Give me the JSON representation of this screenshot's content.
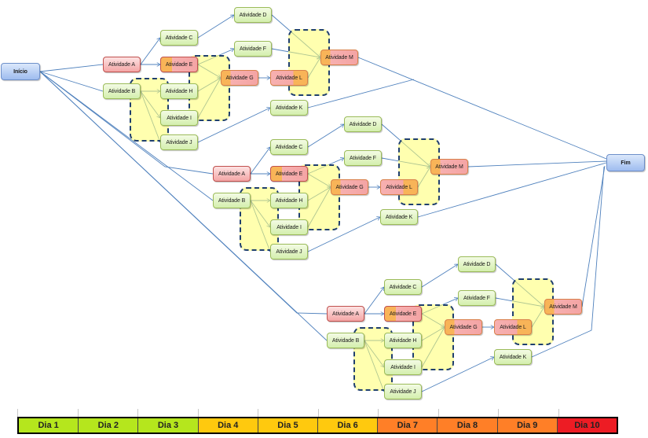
{
  "diagram": {
    "start_label": "Início",
    "end_label": "Fim",
    "groups": [
      {
        "nodes": {
          "A": "Atividade A",
          "B": "Atividade B",
          "C": "Atividade C",
          "D": "Atividade D",
          "E": "Atividade E",
          "F": "Atividade F",
          "G": "Atividade G",
          "H": "Atividade H",
          "I": "Atividade I",
          "J": "Atividade J",
          "K": "Atividade K",
          "L": "Atividade L",
          "M": "Atividade M"
        }
      },
      {
        "nodes": {
          "A": "Atividade A",
          "B": "Atividade B",
          "C": "Atividade C",
          "D": "Atividade D",
          "E": "Atividade E",
          "F": "Atividade F",
          "G": "Atividade G",
          "H": "Atividade H",
          "I": "Atividade I",
          "J": "Atividade J",
          "K": "Atividade K",
          "L": "Atividade L",
          "M": "Atividade M"
        }
      },
      {
        "nodes": {
          "A": "Atividade A",
          "B": "Atividade B",
          "C": "Atividade C",
          "D": "Atividade D",
          "E": "Atividade E",
          "F": "Atividade F",
          "G": "Atividade G",
          "H": "Atividade H",
          "I": "Atividade I",
          "J": "Atividade J",
          "K": "Atividade K",
          "L": "Atividade L",
          "M": "Atividade M"
        }
      }
    ],
    "edges": [
      [
        "A",
        "C"
      ],
      [
        "A",
        "E"
      ],
      [
        "B",
        "H"
      ],
      [
        "B",
        "I"
      ],
      [
        "B",
        "J"
      ],
      [
        "C",
        "D"
      ],
      [
        "E",
        "F"
      ],
      [
        "E",
        "G"
      ],
      [
        "H",
        "G"
      ],
      [
        "I",
        "G"
      ],
      [
        "J",
        "K"
      ],
      [
        "G",
        "L"
      ],
      [
        "D",
        "M"
      ],
      [
        "F",
        "M"
      ],
      [
        "L",
        "M"
      ]
    ],
    "colors": {
      "edge": "#4f81bd",
      "highlight_fill": "#ffff6e",
      "highlight_border": "#1f3f6e"
    }
  },
  "timeline": {
    "days": [
      {
        "label": "Dia 1",
        "color": "#b5e61d"
      },
      {
        "label": "Dia 2",
        "color": "#b5e61d"
      },
      {
        "label": "Dia 3",
        "color": "#b5e61d"
      },
      {
        "label": "Dia 4",
        "color": "#ffc90e"
      },
      {
        "label": "Dia 5",
        "color": "#ffc90e"
      },
      {
        "label": "Dia 6",
        "color": "#ffc90e"
      },
      {
        "label": "Dia 7",
        "color": "#ff7f27"
      },
      {
        "label": "Dia 8",
        "color": "#ff7f27"
      },
      {
        "label": "Dia 9",
        "color": "#ff7f27"
      },
      {
        "label": "Dia 10",
        "color": "#ed1c24"
      }
    ]
  }
}
